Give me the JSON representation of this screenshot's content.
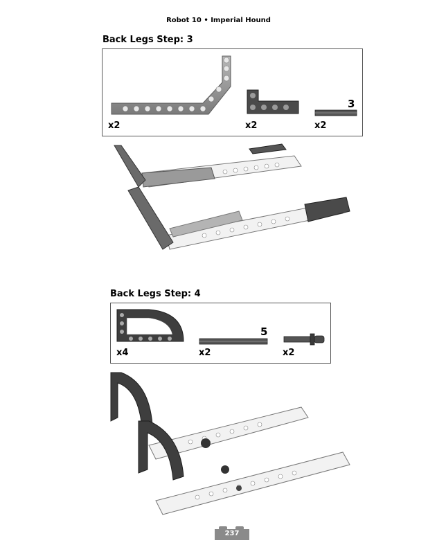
{
  "header": {
    "title": "Robot 10 • Imperial Hound"
  },
  "step3": {
    "title": "Back Legs Step: 3",
    "parts": [
      {
        "qty": "x2",
        "name": "angled-beam"
      },
      {
        "qty": "x2",
        "name": "l-beam"
      },
      {
        "qty": "x2",
        "name": "axle",
        "length": "3"
      }
    ]
  },
  "step4": {
    "title": "Back Legs Step: 4",
    "parts": [
      {
        "qty": "x4",
        "name": "curved-panel"
      },
      {
        "qty": "x2",
        "name": "axle",
        "length": "5"
      },
      {
        "qty": "x2",
        "name": "axle-pin"
      }
    ]
  },
  "page": {
    "number": "237"
  }
}
